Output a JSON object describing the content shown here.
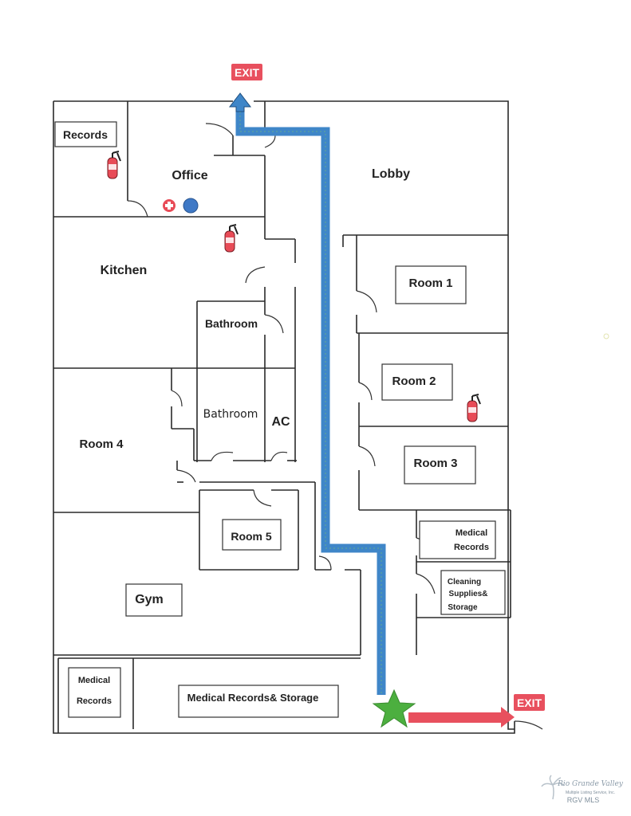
{
  "exits": {
    "top": "EXIT",
    "bottom": "EXIT"
  },
  "rooms": {
    "records": "Records",
    "office": "Office",
    "lobby": "Lobby",
    "kitchen": "Kitchen",
    "room1": "Room 1",
    "bathroom_top": "Bathroom",
    "room2": "Room 2",
    "bathroom_hand": "Bathroom",
    "ac": "AC",
    "room4": "Room 4",
    "room3": "Room 3",
    "room5": "Room 5",
    "medical_records_right_1": "Medical",
    "medical_records_right_2": "Records",
    "cleaning_1": "Cleaning",
    "cleaning_2": "Supplies&",
    "cleaning_3": "Storage",
    "gym": "Gym",
    "medical_records_left_1": "Medical",
    "medical_records_left_2": "Records",
    "medical_storage": "Medical Records& Storage"
  },
  "watermark": {
    "line1": "Rio Grande Valley",
    "line2": "Multiple Listing Service, Inc.",
    "line3": "RGV MLS"
  },
  "colors": {
    "route_blue": "#3f86c8",
    "route_red": "#e8505e",
    "exit_sign": "#e8505e",
    "you_are_here": "#4caf3f",
    "extinguisher": "#e84b57",
    "first_aid": "#e84b57",
    "marker_blue": "#3f79c6"
  },
  "icons": [
    "fire-extinguisher-icon",
    "first-aid-icon",
    "blue-dot-icon",
    "star-icon",
    "exit-arrow-icon",
    "palm-tree-icon"
  ]
}
